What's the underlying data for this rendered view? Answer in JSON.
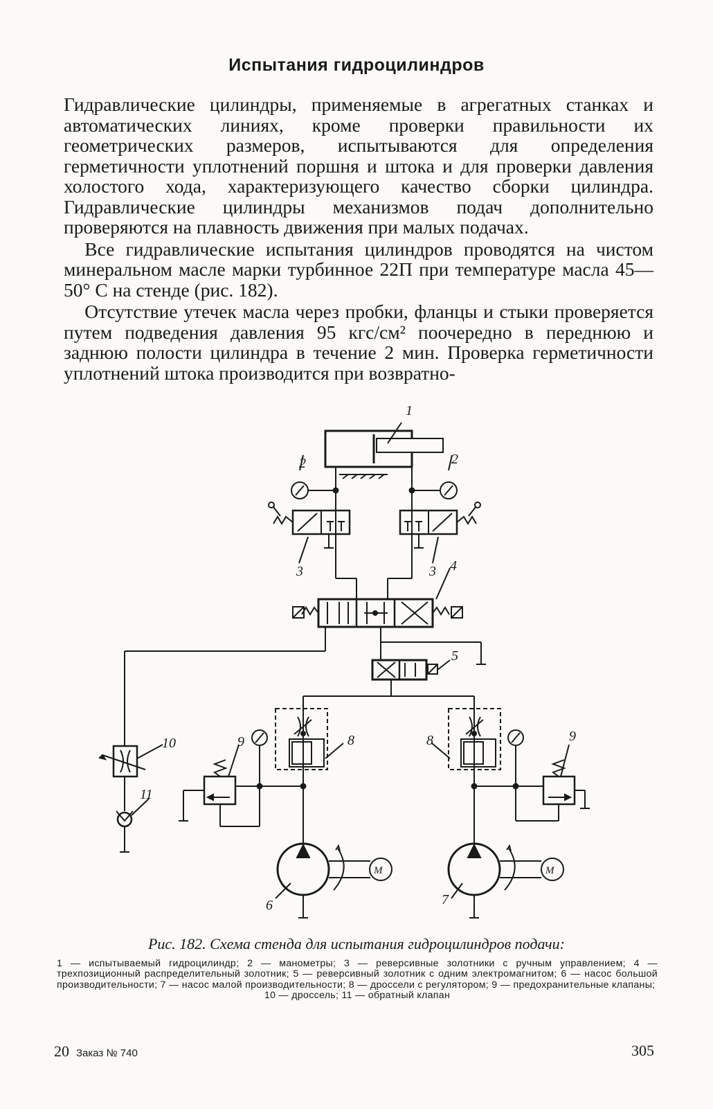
{
  "heading": "Испытания гидроцилиндров",
  "paragraphs": [
    "Гидравлические цилиндры, применяемые в агрегатных станках и автоматических линиях, кроме проверки правильности их геометрических размеров, испытываются для определения герметичности уплотнений поршня и штока и для проверки давления холостого хода, характеризующего качество сборки цилиндра. Гидравлические цилиндры механизмов подач дополнительно проверяются на плавность движения при малых подачах.",
    "Все гидравлические испытания цилиндров проводятся на чистом минеральном масле марки турбинное 22П при температуре масла 45—50° С на стенде (рис. 182).",
    "Отсутствие утечек масла через пробки, фланцы и стыки проверяется путем подведения давления 95 кгс/см² поочередно в переднюю и заднюю полости цилиндра в течение 2 мин. Проверка герметичности уплотнений штока производится при возвратно-"
  ],
  "figure": {
    "caption": "Рис. 182. Схема стенда для испытания гидроцилиндров подачи:",
    "labels": {
      "l1": "1",
      "l2a": "2",
      "l2b": "2",
      "l3a": "3",
      "l3b": "3",
      "l4": "4",
      "l5": "5",
      "l6": "6",
      "l7": "7",
      "l8a": "8",
      "l8b": "8",
      "l9a": "9",
      "l9b": "9",
      "l10": "10",
      "l11": "11",
      "motor_a": "M",
      "motor_b": "M"
    },
    "legend": [
      "1 — испытываемый гидроцилиндр;",
      "2 — манометры;",
      "3 — реверсивные золотники с ручным управлением;",
      "4 — трехпозиционный распределительный золотник;",
      "5 — реверсивный золотник с одним электромагнитом;",
      "6 — насос большой производительности;",
      "7 — насос малой производительности;",
      "8 — дроссели с регулятором;",
      "9 — предохранительные клапаны;"
    ],
    "legend_last": "10 — дроссель; 11 — обратный клапан"
  },
  "footer": {
    "signature": "20",
    "order": "Заказ № 740",
    "page_number": "305"
  }
}
